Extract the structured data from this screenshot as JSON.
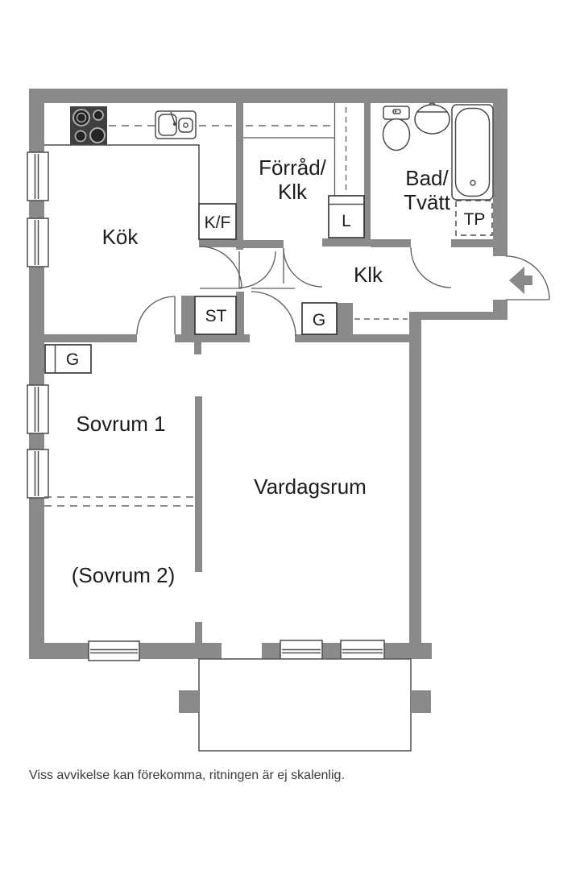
{
  "canvas": {
    "bg": "#ffffff"
  },
  "palette": {
    "wall": "#8a8a8a",
    "line": "#4a4a4a",
    "label": "#1d1d1d",
    "stove": "#3f3f3f",
    "footer": "#3a3a3a"
  },
  "floor_plan": {
    "rooms": {
      "kitchen": {
        "label": "Kök"
      },
      "storage": {
        "label_line1": "Förråd/",
        "label_line2": "Klk"
      },
      "bathroom": {
        "label_line1": "Bad/",
        "label_line2": "Tvätt"
      },
      "hall": {
        "label": "Klk"
      },
      "bedroom1": {
        "label": "Sovrum 1"
      },
      "living_room": {
        "label": "Vardagsrum"
      },
      "bedroom2": {
        "label": "(Sovrum 2)"
      }
    },
    "closets": {
      "fridge_freezer": "K/F",
      "laundry": "L",
      "drying": "TP",
      "cleaning": "ST",
      "wardrobe_hall": "G",
      "wardrobe_bedroom1": "G"
    }
  },
  "footer": {
    "disclaimer": "Viss avvikelse kan förekomma, ritningen är ej skalenlig."
  }
}
